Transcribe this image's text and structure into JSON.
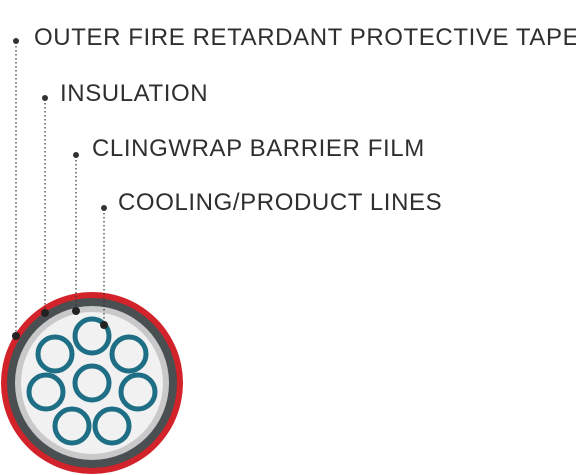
{
  "labels": [
    "OUTER FIRE RETARDANT PROTECTIVE TAPE",
    "INSULATION",
    "CLINGWRAP BARRIER FILM",
    "COOLING/PRODUCT LINES"
  ],
  "colors": {
    "outer_tape": "#d2232a",
    "insulation": "#4a4f52",
    "barrier_film": "#c9c9c9",
    "core_fill": "#f1f1f1",
    "lines": "#1e6f86",
    "leader": "#333333",
    "text": "#2f2f2f"
  }
}
